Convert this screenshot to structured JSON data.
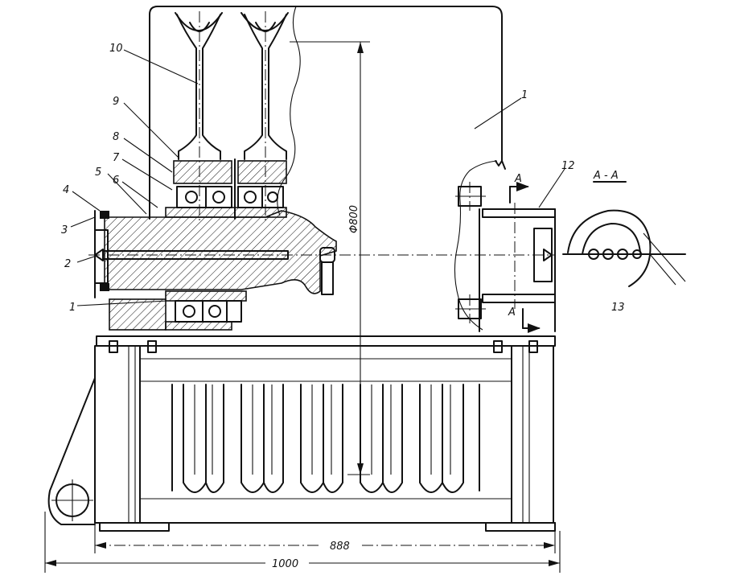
{
  "callouts": [
    "1",
    "2",
    "3",
    "4",
    "5",
    "6",
    "7",
    "8",
    "9",
    "10",
    "1",
    "12",
    "13"
  ],
  "section_mark": "A",
  "section_mark_lower": "A",
  "section_view_title": "A - A",
  "dimensions": {
    "diameter": "Φ800",
    "inner_width": "888",
    "overall_width": "1000"
  }
}
